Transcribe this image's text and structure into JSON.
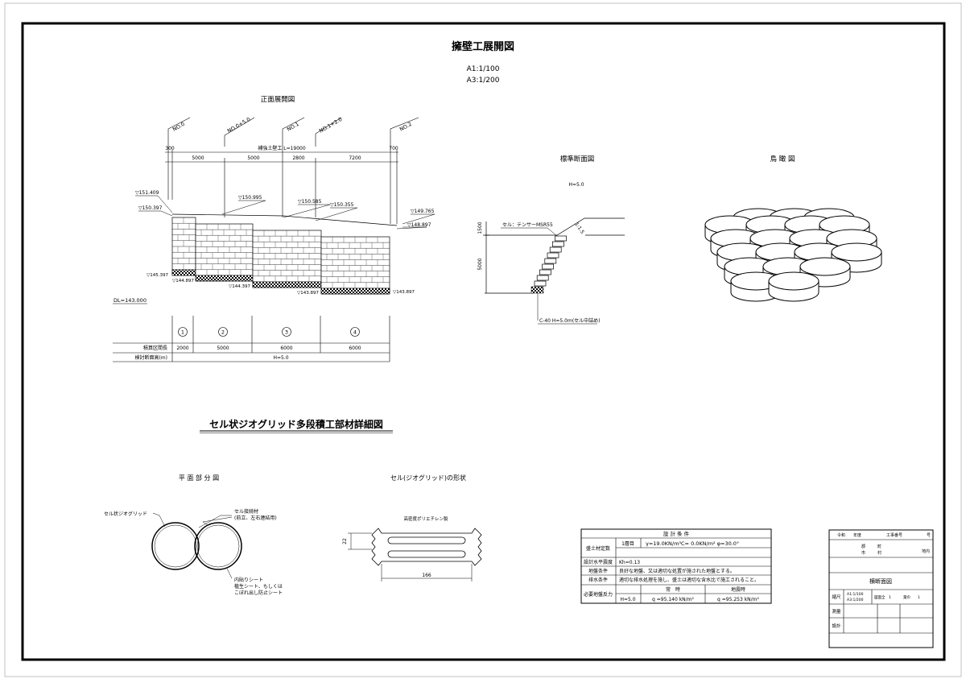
{
  "title": "擁壁工展開図",
  "scale_a1": "A1:1/100",
  "scale_a3": "A3:1/200",
  "front": {
    "title": "正面展開図",
    "stations": [
      "NO.0",
      "NO.0+5.0",
      "NO.1",
      "NO.1+2.0",
      "NO.2"
    ],
    "total_label": "補強土壁工 L=19000",
    "dim_300": "300",
    "dim_700": "700",
    "dims": [
      "5000",
      "5000",
      "2800",
      "7200"
    ],
    "top_elevs": [
      "▽151.409",
      "▽150.397",
      "▽150.995",
      "▽150.585",
      "▽150.355",
      "▽149.765",
      "▽148.897"
    ],
    "bot_elevs": [
      "▽145.397",
      "▽144.897",
      "▽144.397",
      "▽143.897",
      "▽143.897"
    ],
    "dl": "DL=143.000",
    "section_nums": [
      "1",
      "2",
      "3",
      "4"
    ],
    "row1_label": "積算区間長",
    "row1_values": [
      "2000",
      "5000",
      "6000",
      "6000"
    ],
    "row2_label": "検討断面高(m)",
    "row2_value": "H=5.0"
  },
  "section": {
    "title": "標準断面図",
    "h_label": "H=5.0",
    "cell_label": "セル：テンサーMSR55",
    "slope": "1:1.5",
    "dim_1500": "1500",
    "dim_5000": "5000",
    "base_label": "C-40 H=5.0m(セル中詰め)"
  },
  "bird": {
    "title": "鳥 瞰 図"
  },
  "detail": {
    "title": "セル状ジオグリッド多段積工部材詳細図"
  },
  "plan": {
    "title": "平 面 部 分 図",
    "label_cell": "セル状ジオグリッド",
    "label_joint_1": "セル接続材",
    "label_joint_2": "(前立、左右連結用)",
    "label_inner_1": "内貼りシート",
    "label_inner_2": "植生シート、もしくは",
    "label_inner_3": "こぼれ出し防止シート"
  },
  "shape": {
    "title": "セル(ジオグリッド)の形状",
    "material": "高密度ポリエチレン製",
    "dim_22": "22",
    "dim_166": "166"
  },
  "conditions": {
    "title": "設 計 条 件",
    "r1_label": "盛土材定数",
    "r1_sub": "1層目",
    "r1_value": "γ=19.0KN/m³C= 0.0KN/m² φ=30.0°",
    "r2_label": "設計水平震度",
    "r2_value": "Kh=0.13",
    "r3_label": "地盤条件",
    "r3_value": "良好な地盤、又は適切な処置が施された地盤とする。",
    "r4_label": "排水条件",
    "r4_value": "適切な排水処理を施し、盛土は適切な含水比で施工されること。",
    "r5_label": "必要地盤反力",
    "r5_normal": "常　時",
    "r5_quake": "地震時",
    "r5_h": "H=5.0",
    "r5_qn": "q =95.140 kN/m²",
    "r5_qq": "q =95.253 kN/m²"
  },
  "titleblock": {
    "year": "令和　　年度",
    "work_no": "工事番号",
    "no_mark": "号",
    "area_1": "郡　　　町",
    "area_2": "市　　　村",
    "area_3": "地内",
    "name": "横断面図",
    "scale_label": "縮尺",
    "scale_1": "A1:1/100",
    "scale_2": "A3:1/200",
    "sheets": "図面全　1",
    "sheet_no": "葉の　　1",
    "survey": "測量",
    "design": "設計"
  }
}
